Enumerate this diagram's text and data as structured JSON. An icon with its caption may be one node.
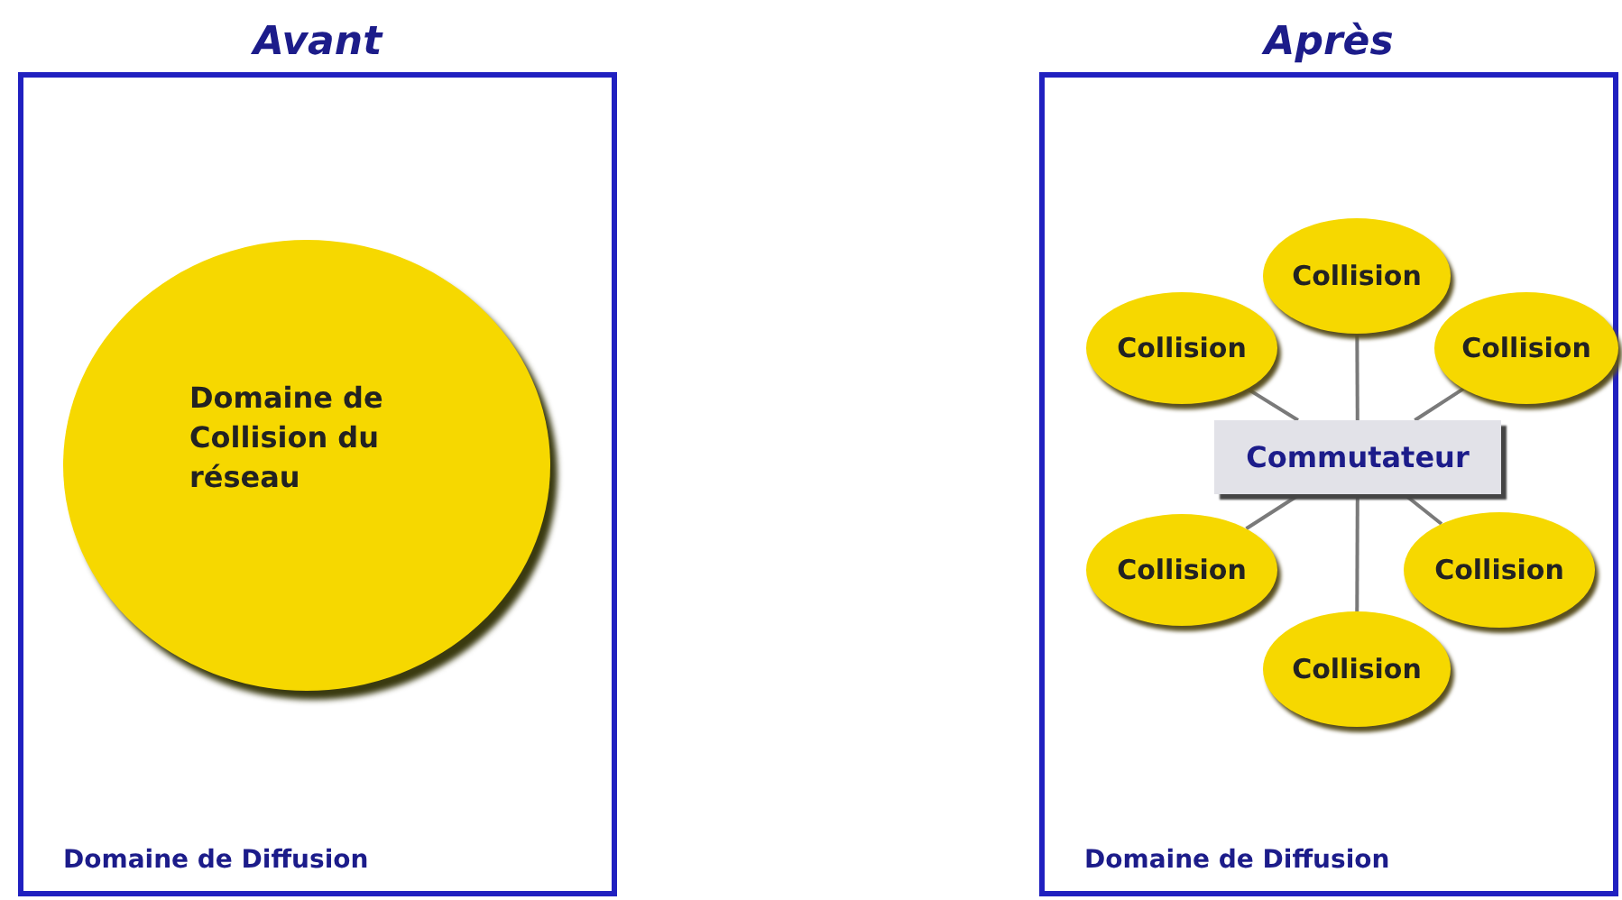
{
  "diagram": {
    "nodes": [
      {
        "text": [
          "Avant",
          "Domaine de Diffusion"
        ]
      },
      {
        "text": [
          "Domaine de Collision du réseau"
        ],
        "in": 0
      },
      {
        "text": [
          "Après",
          "Domaine de Diffusion"
        ]
      },
      {
        "text": [
          "Collision"
        ],
        "in": 2
      },
      {
        "text": [
          "Collision"
        ],
        "in": 2
      },
      {
        "text": [
          "Collision"
        ],
        "in": 2
      },
      {
        "text": [
          "Commutateur"
        ],
        "in": 2
      },
      {
        "text": [
          "Collision"
        ],
        "in": 2
      },
      {
        "text": [
          "Collision"
        ],
        "in": 2
      },
      {
        "text": [
          "Collision"
        ],
        "in": 2
      }
    ],
    "edges": [
      {
        "from": 6,
        "to": 3,
        "arrow": "none"
      },
      {
        "from": 6,
        "to": 4,
        "arrow": "none"
      },
      {
        "from": 6,
        "to": 5,
        "arrow": "none"
      },
      {
        "from": 6,
        "to": 7,
        "arrow": "none"
      },
      {
        "from": 6,
        "to": 8,
        "arrow": "none"
      },
      {
        "from": 6,
        "to": 9,
        "arrow": "none"
      }
    ]
  }
}
